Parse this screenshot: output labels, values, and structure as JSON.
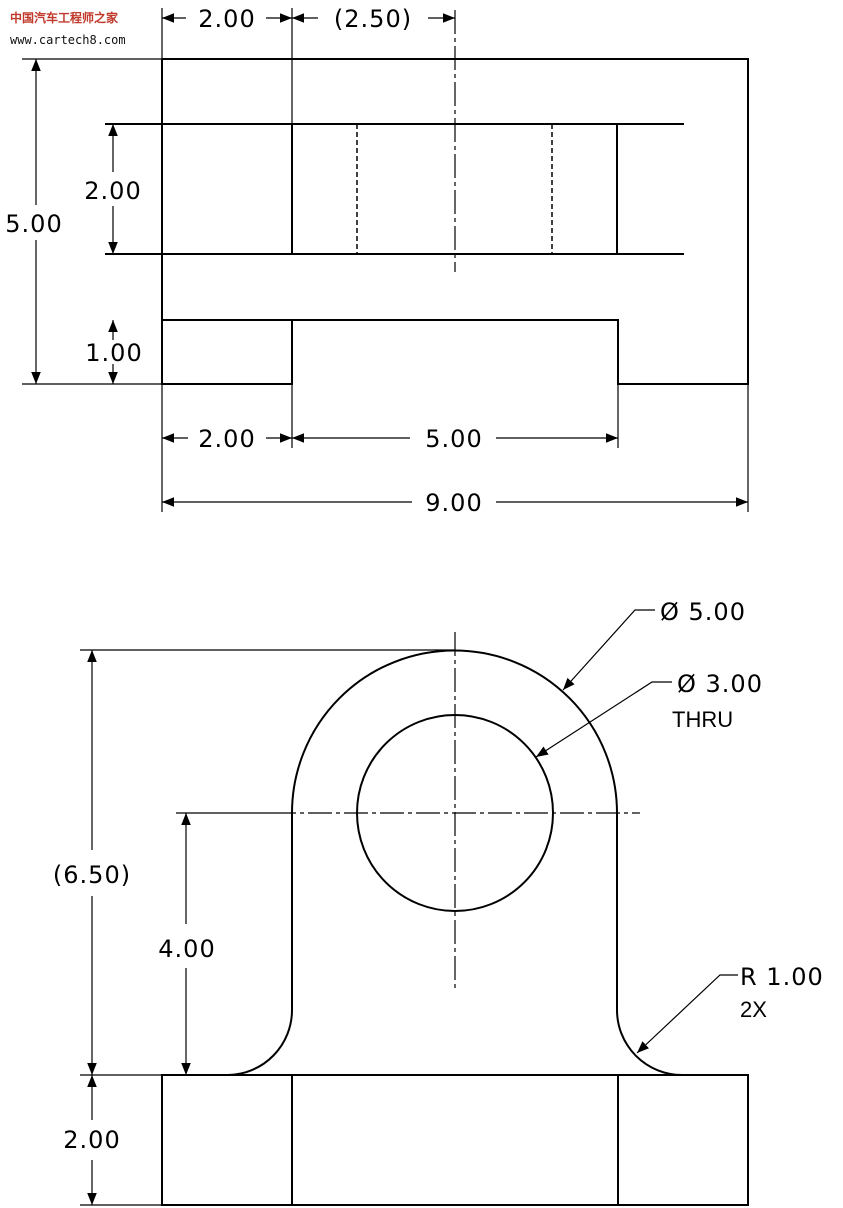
{
  "watermark": {
    "site_name": "中国汽车工程师之家",
    "url": "www.cartech8.com"
  },
  "top_view": {
    "dims": {
      "left_width": "2.00",
      "ref_offset": "(2.50)",
      "overall_depth": "5.00",
      "slot_depth": "2.00",
      "step_depth": "1.00",
      "left_base": "2.00",
      "mid_base": "5.00",
      "overall_width": "9.00"
    }
  },
  "front_view": {
    "dims": {
      "outer_dia": "Ø 5.00",
      "hole_dia": "Ø 3.00",
      "hole_note": "THRU",
      "overall_height": "(6.50)",
      "center_height": "4.00",
      "fillet_radius": "R 1.00",
      "fillet_count": "2X",
      "base_height": "2.00"
    }
  }
}
